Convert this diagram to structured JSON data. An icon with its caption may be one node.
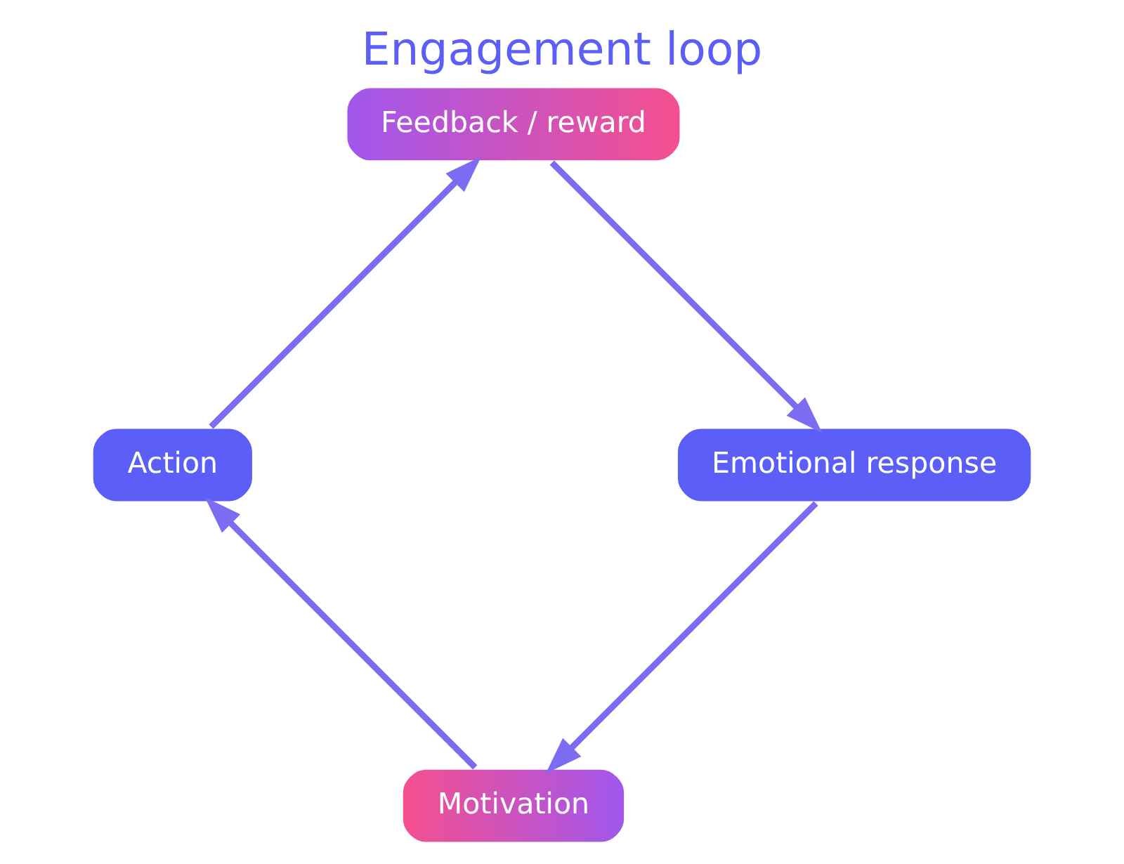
{
  "diagram": {
    "title": "Engagement loop",
    "nodes": [
      {
        "text": [
          "Motivation"
        ]
      },
      {
        "text": [
          "Action"
        ]
      },
      {
        "text": [
          "Feedback / reward"
        ]
      },
      {
        "text": [
          "Emotional response"
        ]
      }
    ],
    "edges": [
      {
        "from": 0,
        "to": 1,
        "arrow": "to"
      },
      {
        "from": 1,
        "to": 2,
        "arrow": "to"
      },
      {
        "from": 2,
        "to": 3,
        "arrow": "to"
      },
      {
        "from": 3,
        "to": 0,
        "arrow": "to"
      }
    ]
  }
}
